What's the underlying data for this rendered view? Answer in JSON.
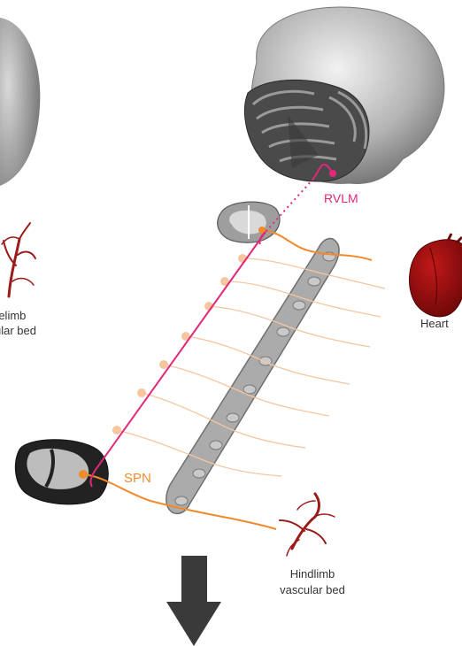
{
  "labels": {
    "rvlm": "RVLM",
    "spn": "SPN",
    "heart": "Heart",
    "forelimb_line1": "relimb",
    "forelimb_line2": "ular bed",
    "hindlimb_line1": "Hindlimb",
    "hindlimb_line2": "vascular bed"
  },
  "colors": {
    "pathway_rvlm": "#e0287a",
    "pathway_spn": "#f08a2c",
    "ganglion_fiber": "#f6c6a0",
    "chain": "#a9a9a9",
    "heart": "#9b0f0f",
    "vessel": "#9b1b1b",
    "arrow": "#3a3a3a"
  },
  "icons": [
    "brain-3d-icon",
    "spinal-cord-section-icon",
    "heart-icon",
    "blood-vessel-icon",
    "down-arrow-icon"
  ]
}
